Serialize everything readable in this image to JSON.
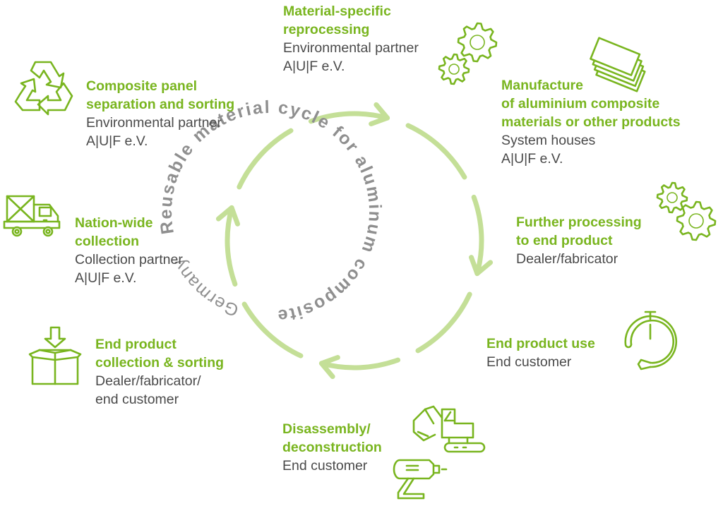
{
  "colors": {
    "accent": "#79b51f",
    "arrow": "#c4df97",
    "center_text": "#8f8f8f",
    "subtitle_text": "#4a4a4a"
  },
  "center": {
    "title": "Reusable material cycle for aluminum composite",
    "region": "Germany"
  },
  "steps": [
    {
      "id": "reprocessing",
      "title_lines": [
        "Material-specific",
        "reprocessing"
      ],
      "sub_lines": [
        "Environmental partner",
        "A|U|F e.V."
      ],
      "icon": "gears-icon"
    },
    {
      "id": "manufacture",
      "title_lines": [
        "Manufacture",
        "of aluminium composite",
        "materials or other products"
      ],
      "sub_lines": [
        "System houses",
        "A|U|F e.V."
      ],
      "icon": "panels-stack-icon"
    },
    {
      "id": "further-processing",
      "title_lines": [
        "Further processing",
        "to end product"
      ],
      "sub_lines": [
        "Dealer/fabricator"
      ],
      "icon": "gears-icon"
    },
    {
      "id": "end-product-use",
      "title_lines": [
        "End product use"
      ],
      "sub_lines": [
        "End customer"
      ],
      "icon": "stopwatch-cycle-icon"
    },
    {
      "id": "disassembly",
      "title_lines": [
        "Disassembly/",
        "deconstruction"
      ],
      "sub_lines": [
        "End customer"
      ],
      "icon": "excavator-drill-icon"
    },
    {
      "id": "end-product-collection",
      "title_lines": [
        "End product",
        "collection & sorting"
      ],
      "sub_lines": [
        "Dealer/fabricator/",
        "end customer"
      ],
      "icon": "box-arrow-down-icon"
    },
    {
      "id": "nation-wide-collection",
      "title_lines": [
        "Nation-wide",
        "collection"
      ],
      "sub_lines": [
        "Collection partner",
        "A|U|F e.V."
      ],
      "icon": "truck-icon"
    },
    {
      "id": "composite-panel-separation",
      "title_lines": [
        "Composite panel",
        "separation and sorting"
      ],
      "sub_lines": [
        "Environmental partner",
        "A|U|F e.V."
      ],
      "icon": "recycle-icon"
    }
  ]
}
